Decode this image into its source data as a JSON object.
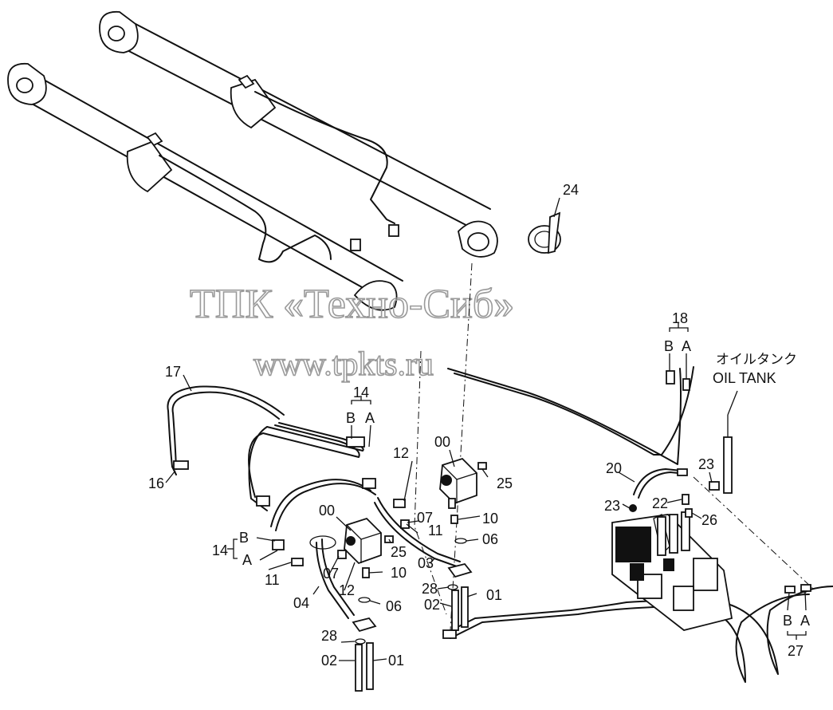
{
  "watermark": {
    "line1": "ТПК «Техно-Сиб»",
    "line2": "www.tpkts.ru"
  },
  "oil_tank": {
    "jp": "オイルタンク",
    "en": "OIL TANK"
  },
  "callouts": {
    "n24": "24",
    "n18": "18",
    "n18b": "B",
    "n18a": "A",
    "n17": "17",
    "n16": "16",
    "n14top": "14",
    "n14top_b": "B",
    "n14top_a": "A",
    "n12a": "12",
    "n00a": "00",
    "n25a": "25",
    "n07a": "07",
    "n11a": "11",
    "n10a": "10",
    "n06a": "06",
    "n00b": "00",
    "n14left": "14",
    "n14left_b": "B",
    "n14left_a": "A",
    "n25b": "25",
    "n11b": "11",
    "n07b": "07",
    "n12b": "12",
    "n10b": "10",
    "n03": "03",
    "n04": "04",
    "n28a": "28",
    "n02a": "02",
    "n01a": "01",
    "n06b": "06",
    "n28b": "28",
    "n02b": "02",
    "n01b": "01",
    "n20": "20",
    "n23a": "23",
    "n23b": "23",
    "n22": "22",
    "n26": "26",
    "n27": "27",
    "n27b": "B",
    "n27a": "A"
  }
}
